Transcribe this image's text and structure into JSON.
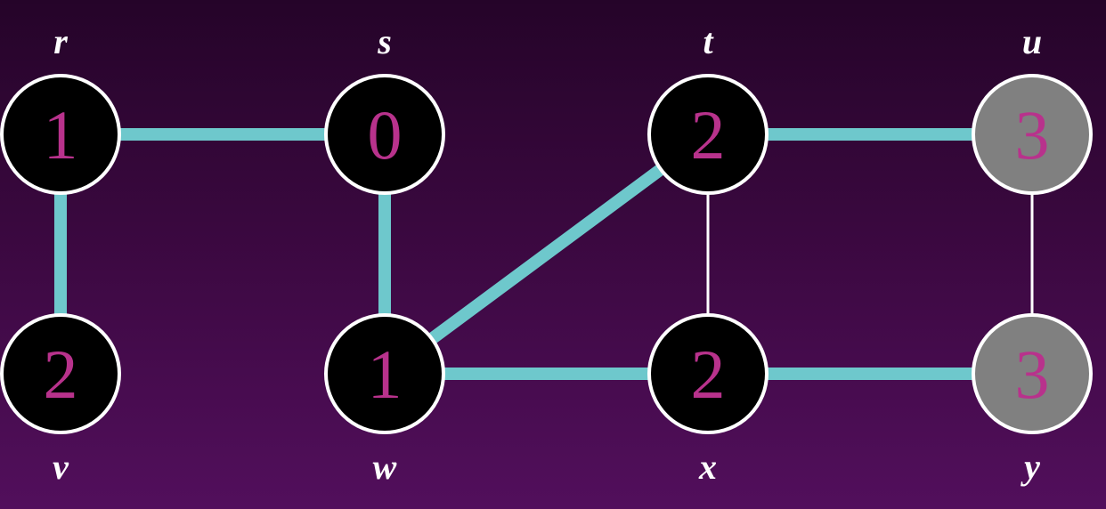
{
  "graph": {
    "colors": {
      "tree_edge": "#6ec8cc",
      "non_tree_edge": "#ffffff",
      "vertex_black": "#000000",
      "vertex_gray": "#808080",
      "vertex_border": "#ffffff",
      "distance_text": "#b8328c"
    },
    "vertices": [
      {
        "id": "r",
        "label": "r",
        "distance": "1",
        "color": "black"
      },
      {
        "id": "s",
        "label": "s",
        "distance": "0",
        "color": "black"
      },
      {
        "id": "t",
        "label": "t",
        "distance": "2",
        "color": "black"
      },
      {
        "id": "u",
        "label": "u",
        "distance": "3",
        "color": "gray"
      },
      {
        "id": "v",
        "label": "v",
        "distance": "2",
        "color": "black"
      },
      {
        "id": "w",
        "label": "w",
        "distance": "1",
        "color": "black"
      },
      {
        "id": "x",
        "label": "x",
        "distance": "2",
        "color": "black"
      },
      {
        "id": "y",
        "label": "y",
        "distance": "3",
        "color": "gray"
      }
    ],
    "edges": [
      {
        "from": "r",
        "to": "s",
        "tree": true
      },
      {
        "from": "r",
        "to": "v",
        "tree": true
      },
      {
        "from": "s",
        "to": "w",
        "tree": true
      },
      {
        "from": "w",
        "to": "t",
        "tree": true
      },
      {
        "from": "w",
        "to": "x",
        "tree": true
      },
      {
        "from": "t",
        "to": "u",
        "tree": true
      },
      {
        "from": "x",
        "to": "y",
        "tree": true
      },
      {
        "from": "t",
        "to": "x",
        "tree": false
      },
      {
        "from": "u",
        "to": "y",
        "tree": false
      }
    ]
  }
}
